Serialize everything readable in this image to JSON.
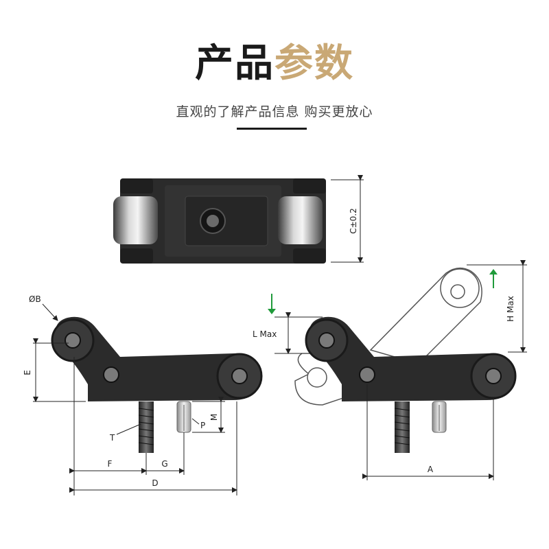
{
  "header": {
    "title_dark": "产品",
    "title_gold": "参数",
    "subtitle": "直观的了解产品信息 购买更放心"
  },
  "labels": {
    "C": "C±0.2",
    "B": "ØB",
    "E": "E",
    "T": "T",
    "P": "P",
    "M": "M",
    "F": "F",
    "G": "G",
    "D": "D",
    "L": "L Max",
    "H": "H Max",
    "A": "A"
  },
  "colors": {
    "gold": "#c9a875",
    "body": "#2b2b2b",
    "arrow": "#1f9a3a"
  }
}
